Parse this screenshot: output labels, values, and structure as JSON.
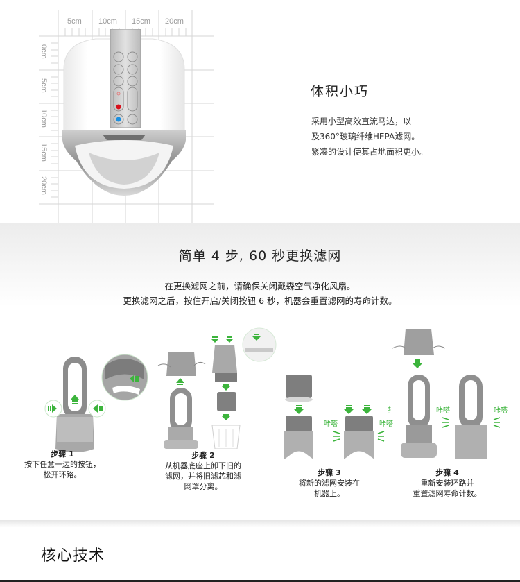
{
  "size_section": {
    "ruler": {
      "x_labels": [
        "5cm",
        "10cm",
        "15cm",
        "20cm"
      ],
      "y_labels": [
        "0cm",
        "5cm",
        "10cm",
        "15cm",
        "20cm"
      ]
    },
    "product_image": "dyson-purifier-top-view",
    "title": "体积小巧",
    "description_lines": [
      "采用小型高效直流马达，以",
      "及360°玻璃纤维HEPA滤网。",
      "紧凑的设计使其占地面积更小。"
    ]
  },
  "filter_section": {
    "title": "简单 4 步, 60 秒更换滤网",
    "note_lines": [
      "在更换滤网之前，请确保关闭戴森空气净化风扇。",
      "更换滤网之后，按住开启/关闭按钮 6 秒，机器会重置滤网的寿命计数。"
    ],
    "click_label": "咔嗒",
    "steps": [
      {
        "label": "步骤 1",
        "lines": [
          "按下任意一边的按钮，",
          "松开环路。"
        ]
      },
      {
        "label": "步骤 2",
        "lines": [
          "从机器底座上卸下旧的",
          "滤网，并将旧滤芯和滤",
          "网罩分离。"
        ]
      },
      {
        "label": "步骤 3",
        "lines": [
          "将新的滤网安装在",
          "机器上。"
        ]
      },
      {
        "label": "步骤 4",
        "lines": [
          "重新安装环路并",
          "重置滤网寿命计数。"
        ]
      }
    ]
  },
  "core_section": {
    "title": "核心技术"
  },
  "colors": {
    "accent_green": "#3cb43c",
    "illustration_gray": "#9a9a9a",
    "grid_line": "#d4d4d4",
    "text_dark": "#222222"
  }
}
